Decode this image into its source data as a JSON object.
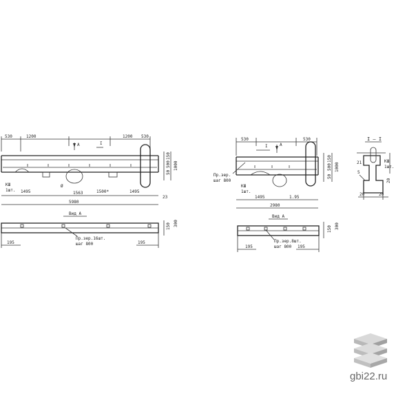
{
  "left_drawing": {
    "dims_top": [
      "530",
      "1200",
      "1200",
      "530"
    ],
    "dim_right": [
      "150",
      "50",
      "500",
      "1000"
    ],
    "section_mark": "I",
    "view_mark": "A",
    "labels_bottom": [
      "КШ",
      "1шт.",
      "1495",
      "Ø",
      "1563",
      "1500*",
      "1495",
      "23"
    ],
    "overall": "5980",
    "view_title": "Вид А",
    "plan_dims": [
      "150",
      "300"
    ],
    "plan_bottom_left": "195",
    "plan_bottom_right": "195",
    "plan_note_1": "Пр.зер.16шт.",
    "plan_note_2": "шаг 800"
  },
  "middle_drawing": {
    "dims_top": [
      "530",
      "530"
    ],
    "dim_right": [
      "150",
      "50",
      "500",
      "1000"
    ],
    "section_mark": "I",
    "view_mark": "A",
    "side_note_1": "Пр.зер.",
    "side_note_2": "шаг 800",
    "labels_bottom": [
      "КШ",
      "1шт.",
      "1495",
      "1.95"
    ],
    "overall": "2980",
    "view_title": "Вид А",
    "plan_dims": [
      "150",
      "300"
    ],
    "plan_bottom_left": "195",
    "plan_bottom_right": "195",
    "plan_note_1": "Пр.зер.8шт.",
    "plan_note_2": "шаг 800"
  },
  "section_drawing": {
    "title": "I – I",
    "labels": [
      "21",
      "КШ",
      "1шт.",
      "5"
    ],
    "dims": [
      "20",
      "20",
      "20"
    ]
  },
  "watermark": "gbi22.ru",
  "logo": "stacked-slabs-logo"
}
